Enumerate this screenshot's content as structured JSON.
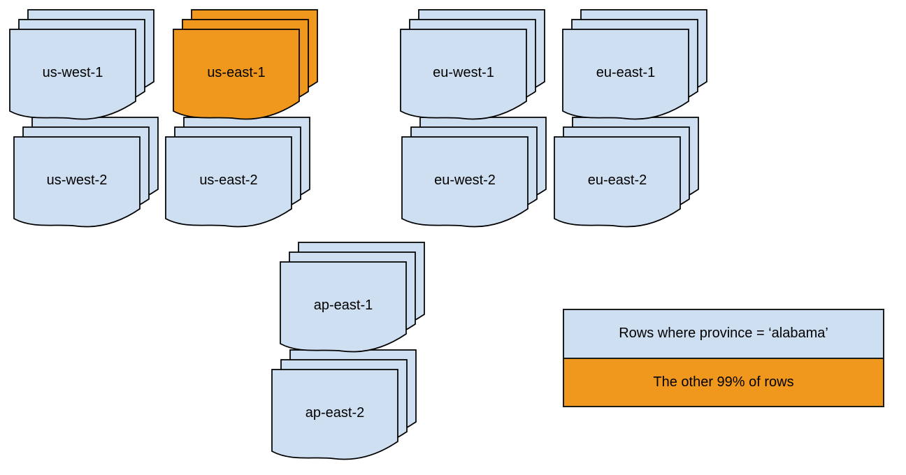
{
  "colors": {
    "light_blue": "#cfdff2",
    "orange": "#f0981d",
    "stroke": "#000000"
  },
  "stacks": [
    {
      "id": "us-west-1",
      "label": "us-west-1",
      "variant": "blue"
    },
    {
      "id": "us-east-1",
      "label": "us-east-1",
      "variant": "orange"
    },
    {
      "id": "eu-west-1",
      "label": "eu-west-1",
      "variant": "blue"
    },
    {
      "id": "eu-east-1",
      "label": "eu-east-1",
      "variant": "blue"
    },
    {
      "id": "us-west-2",
      "label": "us-west-2",
      "variant": "blue"
    },
    {
      "id": "us-east-2",
      "label": "us-east-2",
      "variant": "blue"
    },
    {
      "id": "eu-west-2",
      "label": "eu-west-2",
      "variant": "blue"
    },
    {
      "id": "eu-east-2",
      "label": "eu-east-2",
      "variant": "blue"
    },
    {
      "id": "ap-east-1",
      "label": "ap-east-1",
      "variant": "blue"
    },
    {
      "id": "ap-east-2",
      "label": "ap-east-2",
      "variant": "blue"
    }
  ],
  "legend": {
    "items": [
      {
        "label": "Rows where province = ‘alabama’",
        "variant": "blue"
      },
      {
        "label": "The other 99% of rows",
        "variant": "orange"
      }
    ]
  }
}
